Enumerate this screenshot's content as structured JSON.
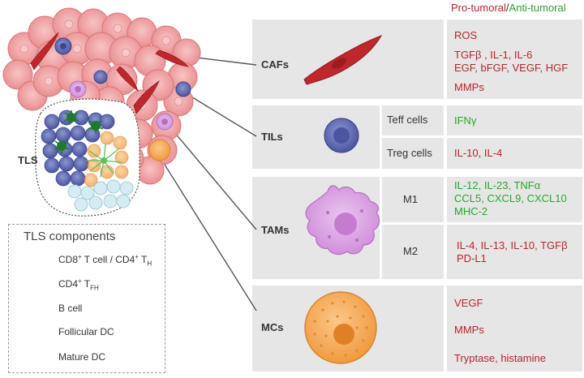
{
  "header": {
    "pro": "Pro-tumoral",
    "slash": "/",
    "anti": "Anti-tumoral"
  },
  "colors": {
    "pro": "#b5252a",
    "anti": "#2aa52a",
    "panel": "#e6e6e6"
  },
  "tumor": {
    "tls_label": "TLS"
  },
  "rows": {
    "cafs": {
      "label": "CAFs",
      "lines": [
        "ROS",
        "TGFβ , IL-1, IL-6",
        "EGF, bFGF, VEGF, HGF",
        "MMPs"
      ]
    },
    "tils": {
      "label": "TILs",
      "teff": {
        "name": "Teff cells",
        "value": "IFNγ"
      },
      "treg": {
        "name": "Treg cells",
        "value": "IL-10, IL-4"
      }
    },
    "tams": {
      "label": "TAMs",
      "m1": {
        "name": "M1",
        "lines": [
          "IL-12, IL-23, TNFα",
          "CCL5, CXCL9, CXCL10",
          "MHC-2"
        ]
      },
      "m2": {
        "name": "M2",
        "lines": [
          "IL-4, IL-13, IL-10, TGFβ",
          "PD-L1"
        ]
      }
    },
    "mcs": {
      "label": "MCs",
      "lines": [
        "VEGF",
        "MMPs",
        "Tryptase, histamine"
      ]
    }
  },
  "legend": {
    "title": "TLS components",
    "items": {
      "cd8": {
        "main": "CD8",
        "sup1": "+",
        "mid": " T cell / CD4",
        "sup2": "+",
        "tail": " T",
        "sub": "H"
      },
      "tfh": {
        "main": "CD4",
        "sup1": "+",
        "tail": " T",
        "sub": "FH"
      },
      "bcell": "B cell",
      "fdc": "Follicular DC",
      "mdc": "Mature DC"
    }
  }
}
